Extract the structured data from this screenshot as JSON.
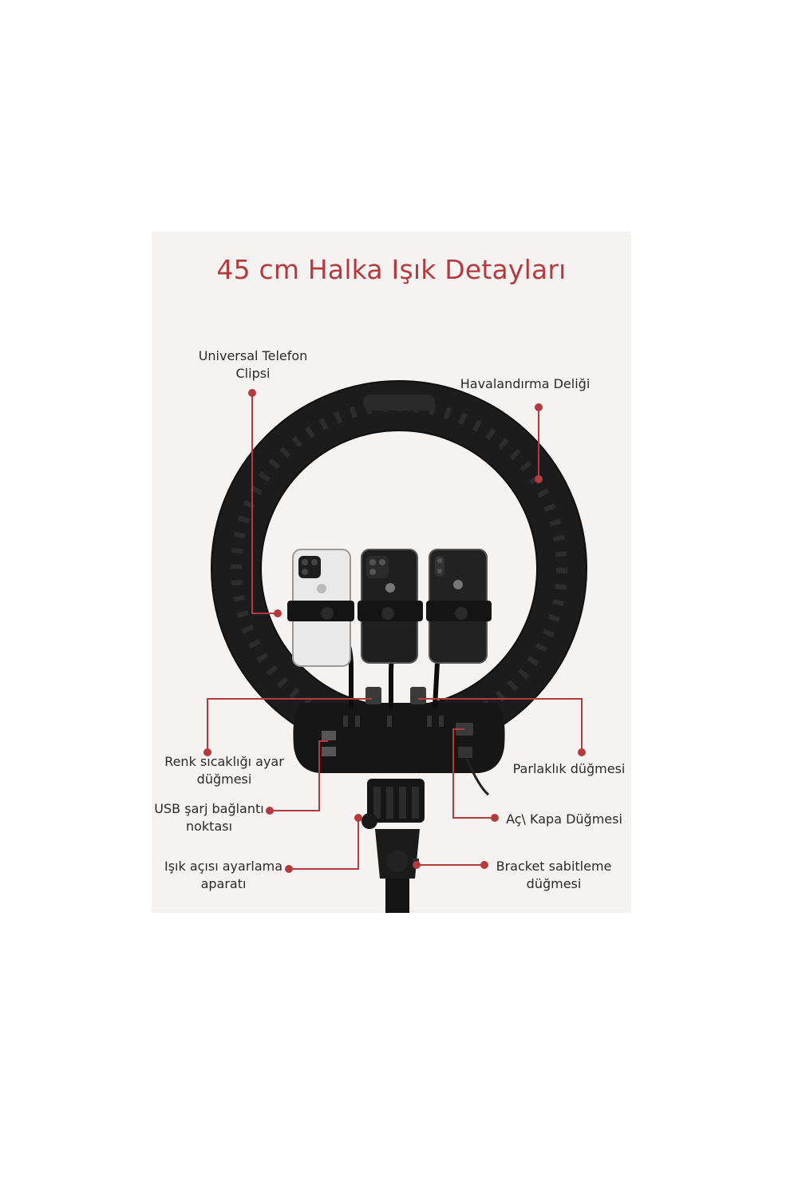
{
  "title": "45 cm Halka Işık Detayları",
  "callouts": {
    "phone_clip": {
      "line1": "Universal Telefon",
      "line2": "Clipsi"
    },
    "vent_hole": {
      "line1": "Havalandırma Deliği"
    },
    "color_temp": {
      "line1": "Renk sıcaklığı ayar",
      "line2": "düğmesi"
    },
    "brightness": {
      "line1": "Parlaklık düğmesi"
    },
    "usb_port": {
      "line1": "USB şarj bağlantı",
      "line2": "noktası"
    },
    "power_switch": {
      "line1": "Aç\\ Kapa Düğmesi"
    },
    "angle_adjuster": {
      "line1": "Işık açısı ayarlama",
      "line2": "aparatı"
    },
    "bracket_button": {
      "line1": "Bracket sabitleme",
      "line2": "düğmesi"
    }
  },
  "colors": {
    "accent": "#b53a3e",
    "ring": "#1c1c1c",
    "panel": "#f4f3f2",
    "text": "#2a2a2a"
  }
}
